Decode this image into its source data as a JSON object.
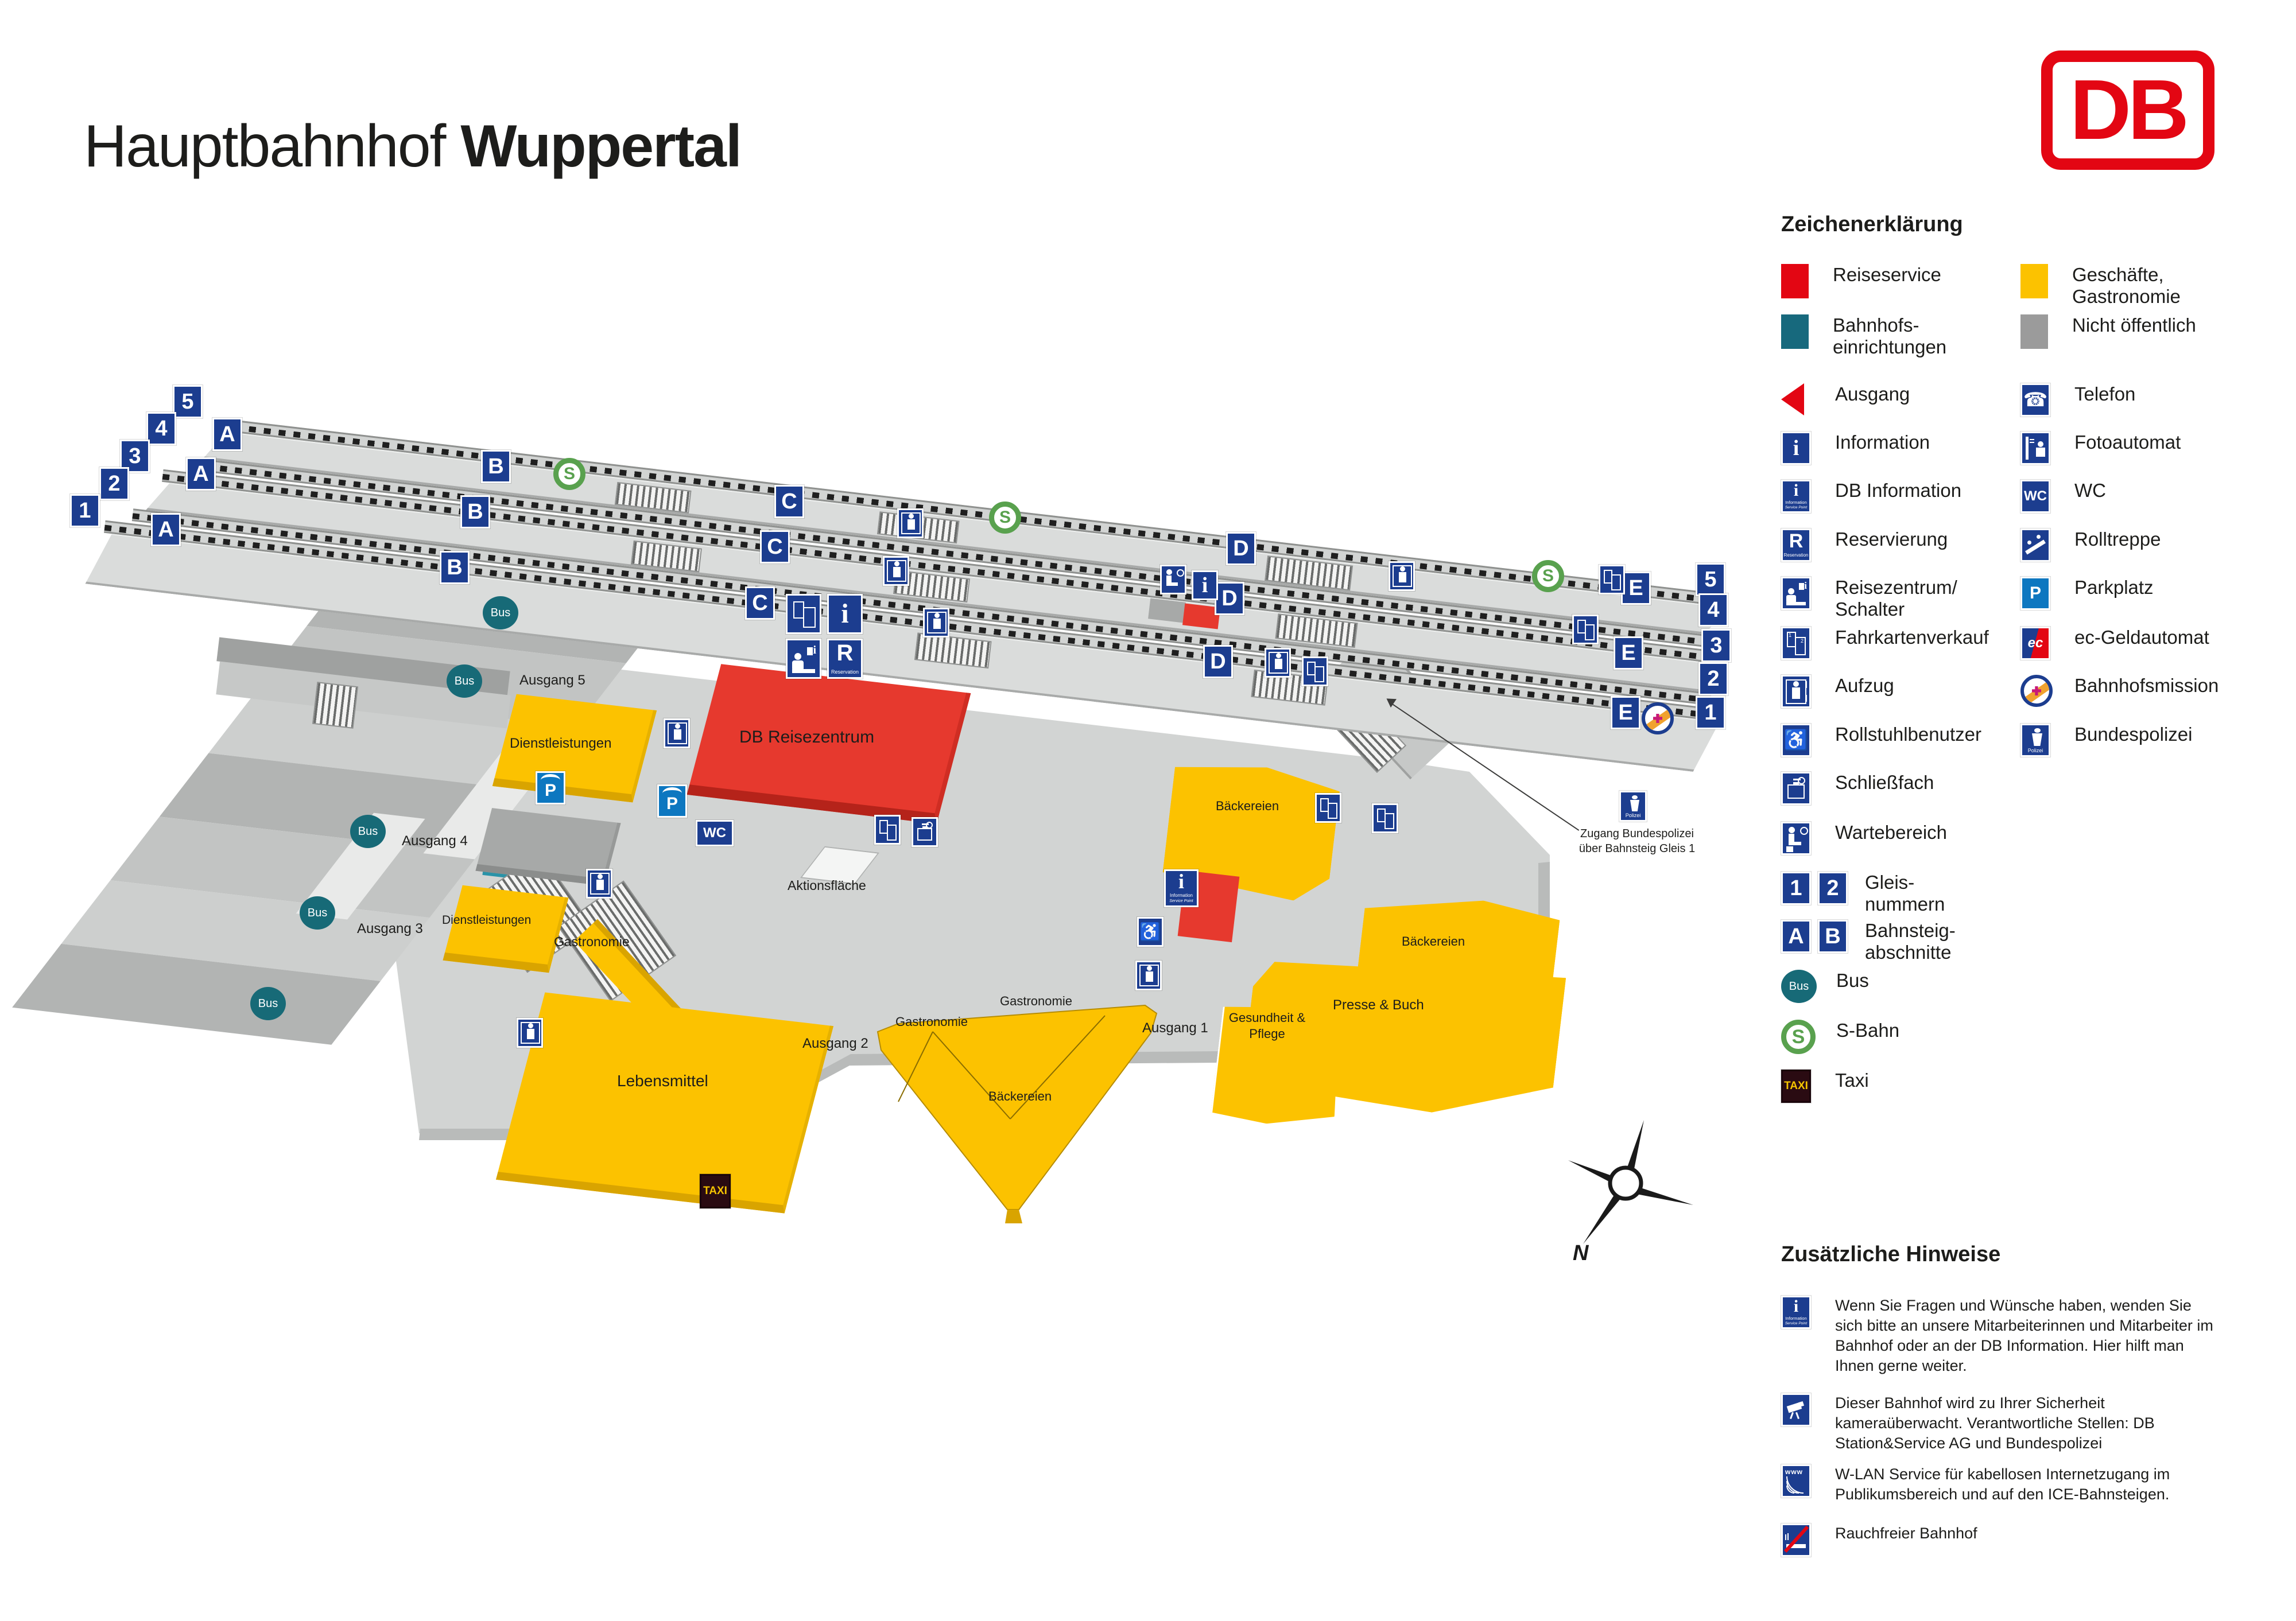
{
  "title": {
    "prefix": "Hauptbahnhof",
    "station": "Wuppertal"
  },
  "logo": {
    "text": "DB"
  },
  "colors": {
    "db_red": "#e30613",
    "shops_yellow": "#fcc200",
    "station_teal": "#17697d",
    "not_public_gray": "#9b9b9b",
    "sign_navy": "#1c3d8f",
    "parking_blue": "#0d77c0",
    "sbahn_green": "#59a14e",
    "bus_teal": "#176a77"
  },
  "legend": {
    "heading": "Zeichenerklärung",
    "left": [
      {
        "label": "Reiseservice"
      },
      {
        "label": "Bahnhofs­einrichtungen"
      },
      {
        "label": "Ausgang"
      },
      {
        "label": "Information"
      },
      {
        "label": "DB Information"
      },
      {
        "label": "Reservierung"
      },
      {
        "label": "Reisezentrum/ Schalter"
      },
      {
        "label": "Fahrkartenverkauf"
      },
      {
        "label": "Aufzug"
      },
      {
        "label": "Rollstuhlbenutzer"
      },
      {
        "label": "Schließfach"
      },
      {
        "label": "Wartebereich"
      },
      {
        "label": "Gleis­nummern",
        "tiles": [
          "1",
          "2"
        ]
      },
      {
        "label": "Bahnsteig­abschnitte",
        "tiles": [
          "A",
          "B"
        ]
      },
      {
        "label": "Bus",
        "badge": "Bus"
      },
      {
        "label": "S-Bahn",
        "badge": "S"
      },
      {
        "label": "Taxi",
        "badge": "TAXI"
      }
    ],
    "right": [
      {
        "label": "Geschäfte, Gastronomie"
      },
      {
        "label": "Nicht öffentlich"
      },
      {
        "label": "Telefon"
      },
      {
        "label": "Fotoautomat"
      },
      {
        "label": "WC"
      },
      {
        "label": "Rolltreppe"
      },
      {
        "label": "Parkplatz"
      },
      {
        "label": "ec-Geldautomat"
      },
      {
        "label": "Bahnhofsmission"
      },
      {
        "label": "Bundespolizei"
      }
    ]
  },
  "icons": {
    "info": {
      "letter": "i"
    },
    "db_info": {
      "letter": "i",
      "line1": "Information",
      "line2": "Service Point"
    },
    "reservation": {
      "letter": "R",
      "caption": "Reservation"
    },
    "wc": {
      "text": "WC"
    },
    "parking": {
      "letter": "P"
    },
    "ec": {
      "text": "ec"
    },
    "police": {
      "caption": "Polizei"
    },
    "phone": {
      "glyph": "☎"
    },
    "wheelchair": {
      "glyph": "♿"
    },
    "wlan": {
      "text": "www"
    },
    "ticket": {
      "d1": "1",
      "d2": "2"
    }
  },
  "notes": {
    "heading": "Zusätzliche Hinweise",
    "items": [
      {
        "text": "Wenn Sie Fragen und Wünsche haben, wenden Sie sich bitte an unsere Mitarbeiterinnen und Mitarbeiter im Bahnhof oder an der DB Information. Hier hilft man Ihnen gerne weiter."
      },
      {
        "text": "Dieser Bahnhof wird zu Ihrer Sicherheit kameraüberwacht. Verantwortliche Stellen: DB Station&Service AG und Bundespolizei"
      },
      {
        "text": "W-LAN Service für kabellosen Internetzugang im Publikumsbereich und auf den ICE-Bahnsteigen."
      },
      {
        "text": "Rauchfreier Bahnhof"
      }
    ]
  },
  "map": {
    "track_numbers": [
      "5",
      "4",
      "3",
      "2",
      "1"
    ],
    "sections": [
      "A",
      "B",
      "C",
      "D",
      "E"
    ],
    "exits": [
      "Ausgang 1",
      "Ausgang 2",
      "Ausgang 3",
      "Ausgang 4",
      "Ausgang 5"
    ],
    "buildings": {
      "db_reisezentrum": "DB Reisezentrum",
      "dienstleistungen": "Dienstleistungen",
      "gastronomie": "Gastronomie",
      "lebensmittel": "Lebensmittel",
      "baeckereien": "Bäckereien",
      "presse_buch": "Presse & Buch",
      "gesundheit_pflege": "Gesundheit & Pflege"
    },
    "labels": {
      "aktionsflaeche": "Aktionsfläche",
      "zugang_bundespolizei": "Zugang Bundespolizei über Bahnsteig Gleis 1"
    },
    "bus": "Bus",
    "sbahn": "S",
    "taxi": "TAXI",
    "wc": "WC",
    "north": "N"
  }
}
